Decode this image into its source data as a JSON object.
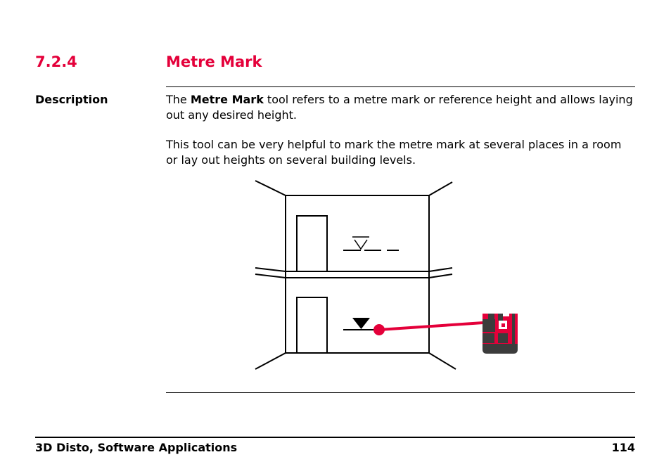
{
  "section": {
    "number": "7.2.4",
    "title": "Metre Mark"
  },
  "description": {
    "label": "Description",
    "para1_prefix": "The ",
    "para1_bold": "Metre Mark",
    "para1_suffix": " tool refers to a metre mark or reference height and allows laying out any desired height.",
    "para2": "This tool can be very helpful to mark the metre mark at several places in a room or lay out heights on several building levels."
  },
  "figure": {
    "icons": [
      "building-floors-illustration",
      "metre-mark-outline-triangle-icon",
      "metre-mark-filled-triangle-icon",
      "laser-dot-icon",
      "3d-disto-device-icon"
    ],
    "colors": {
      "laser": "#e4003a",
      "device_dark": "#3c3c3c",
      "line": "#000000"
    }
  },
  "footer": {
    "left": "3D Disto, Software Applications",
    "page_number": "114"
  },
  "colors": {
    "accent": "#e4003a",
    "text": "#000000",
    "background": "#ffffff"
  }
}
